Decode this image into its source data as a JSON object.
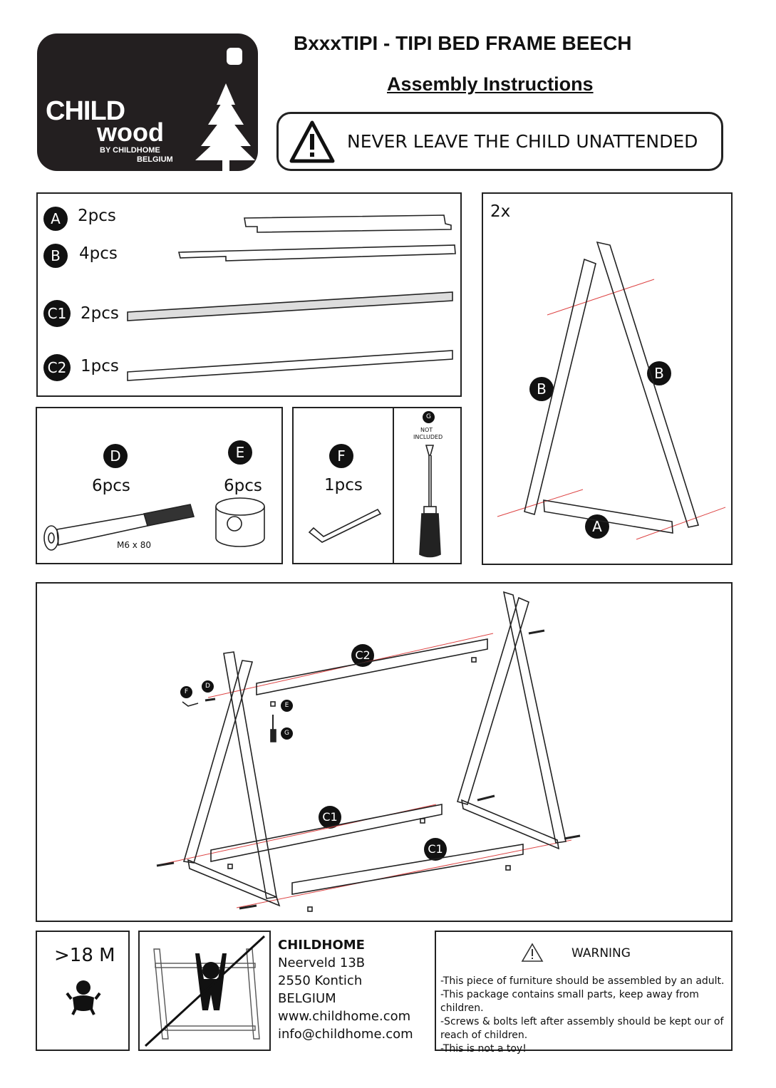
{
  "header": {
    "logo": {
      "line1": "CHILD",
      "line2": "wood",
      "line3": "BY CHILDHOME",
      "line4": "BELGIUM"
    },
    "title": "BxxxTIPI - TIPI BED FRAME BEECH",
    "subtitle": "Assembly Instructions",
    "warning_banner": "NEVER LEAVE THE CHILD UNATTENDED",
    "warning_icon": "warning-triangle-icon"
  },
  "parts": {
    "items": [
      {
        "id": "A",
        "qty": "2pcs"
      },
      {
        "id": "B",
        "qty": "4pcs"
      },
      {
        "id": "C1",
        "qty": "2pcs"
      },
      {
        "id": "C2",
        "qty": "1pcs"
      }
    ]
  },
  "hardware": {
    "D": {
      "id": "D",
      "qty": "6pcs",
      "size": "M6 x 80"
    },
    "E": {
      "id": "E",
      "qty": "6pcs"
    },
    "F": {
      "id": "F",
      "qty": "1pcs"
    },
    "G": {
      "id": "G",
      "note_line1": "NOT",
      "note_line2": "INCLUDED"
    }
  },
  "step1": {
    "multiplier": "2x",
    "labels": {
      "b_left": "B",
      "b_right": "B",
      "a": "A"
    }
  },
  "step2": {
    "labels": {
      "c2": "C2",
      "c1_back": "C1",
      "c1_front": "C1",
      "f": "F",
      "d": "D",
      "e": "E",
      "g": "G"
    }
  },
  "footer": {
    "age": "&gt;18 M",
    "age_icon": "baby-icon",
    "no_hanging_icon": "no-hanging-icon",
    "company": {
      "name": "CHILDHOME",
      "street": "Neerveld 13B",
      "city": "2550 Kontich",
      "country": "BELGIUM",
      "website": "www.childhome.com",
      "email": "info@childhome.com"
    },
    "warning": {
      "title": "WARNING",
      "lines": [
        "-This piece of furniture should be assembled by an adult.",
        "-This package contains small parts, keep away from children.",
        "-Screws & bolts left after assembly should be kept our of",
        "reach of children.",
        "-This is not a toy!"
      ]
    }
  }
}
